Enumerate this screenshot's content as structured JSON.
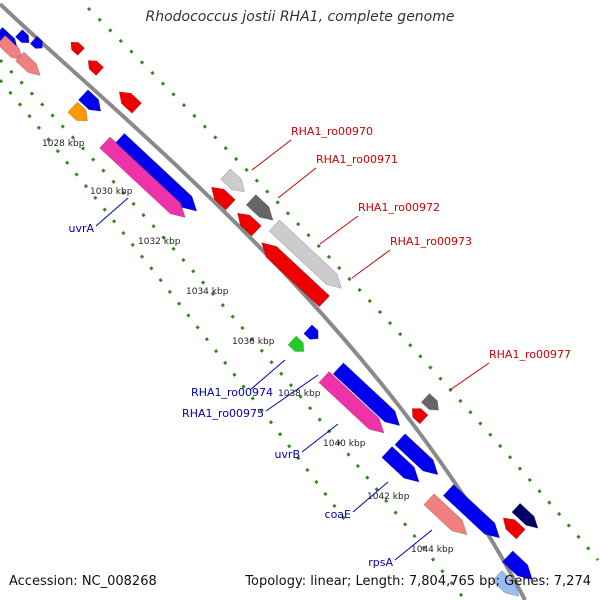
{
  "title": "Rhodococcus jostii RHA1, complete genome",
  "footer": {
    "accession": "Accession: NC_008268",
    "stats": "Topology: linear; Length: 7,804,765 bp; Genes: 7,274"
  },
  "ticks": [
    "1028 kbp",
    "1030 kbp",
    "1032 kbp",
    "1034 kbp",
    "1036 kbp",
    "1038 kbp",
    "1040 kbp",
    "1042 kbp",
    "1044 kbp"
  ],
  "gene_labels": [
    {
      "text": "RHA1_ro00970",
      "color": "#cc0000"
    },
    {
      "text": "RHA1_ro00971",
      "color": "#cc0000"
    },
    {
      "text": "RHA1_ro00972",
      "color": "#cc0000"
    },
    {
      "text": "RHA1_ro00973",
      "color": "#cc0000"
    },
    {
      "text": "RHA1_ro00977",
      "color": "#cc0000"
    },
    {
      "text": "uvrA",
      "color": "#0000aa"
    },
    {
      "text": "RHA1_ro00974",
      "color": "#0000aa"
    },
    {
      "text": "RHA1_ro00975",
      "color": "#0000aa"
    },
    {
      "text": "uvrB",
      "color": "#0000aa"
    },
    {
      "text": "coaE",
      "color": "#0000aa"
    },
    {
      "text": "rpsA",
      "color": "#0000aa"
    }
  ],
  "colors": {
    "backbone": "#8a8a8a",
    "dotted_track": "#2e8b1e",
    "forward_cds": "#0000ee",
    "reverse_cds": "#ee0000",
    "rrna_pink": "#ee33aa",
    "light_red": "#f08080",
    "gray": "#666666",
    "light_gray": "#cccccc",
    "green": "#22cc22",
    "orange": "#ff9900",
    "navy": "#000066",
    "light_blue": "#99bbee"
  }
}
